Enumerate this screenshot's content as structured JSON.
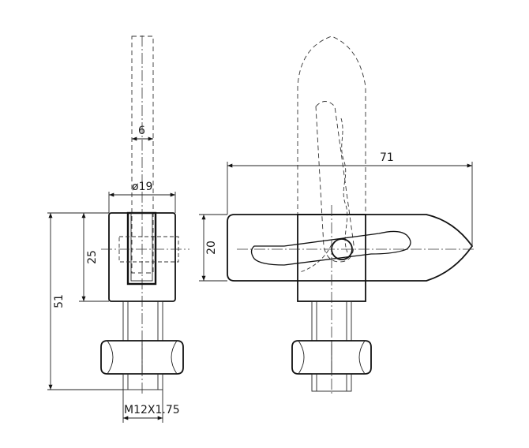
{
  "dimensions": {
    "pin_width": "6",
    "head_diameter": "ø19",
    "head_height": "25",
    "overall_height": "51",
    "thread": "M12X1.75",
    "latch_length": "71",
    "latch_height": "20"
  }
}
